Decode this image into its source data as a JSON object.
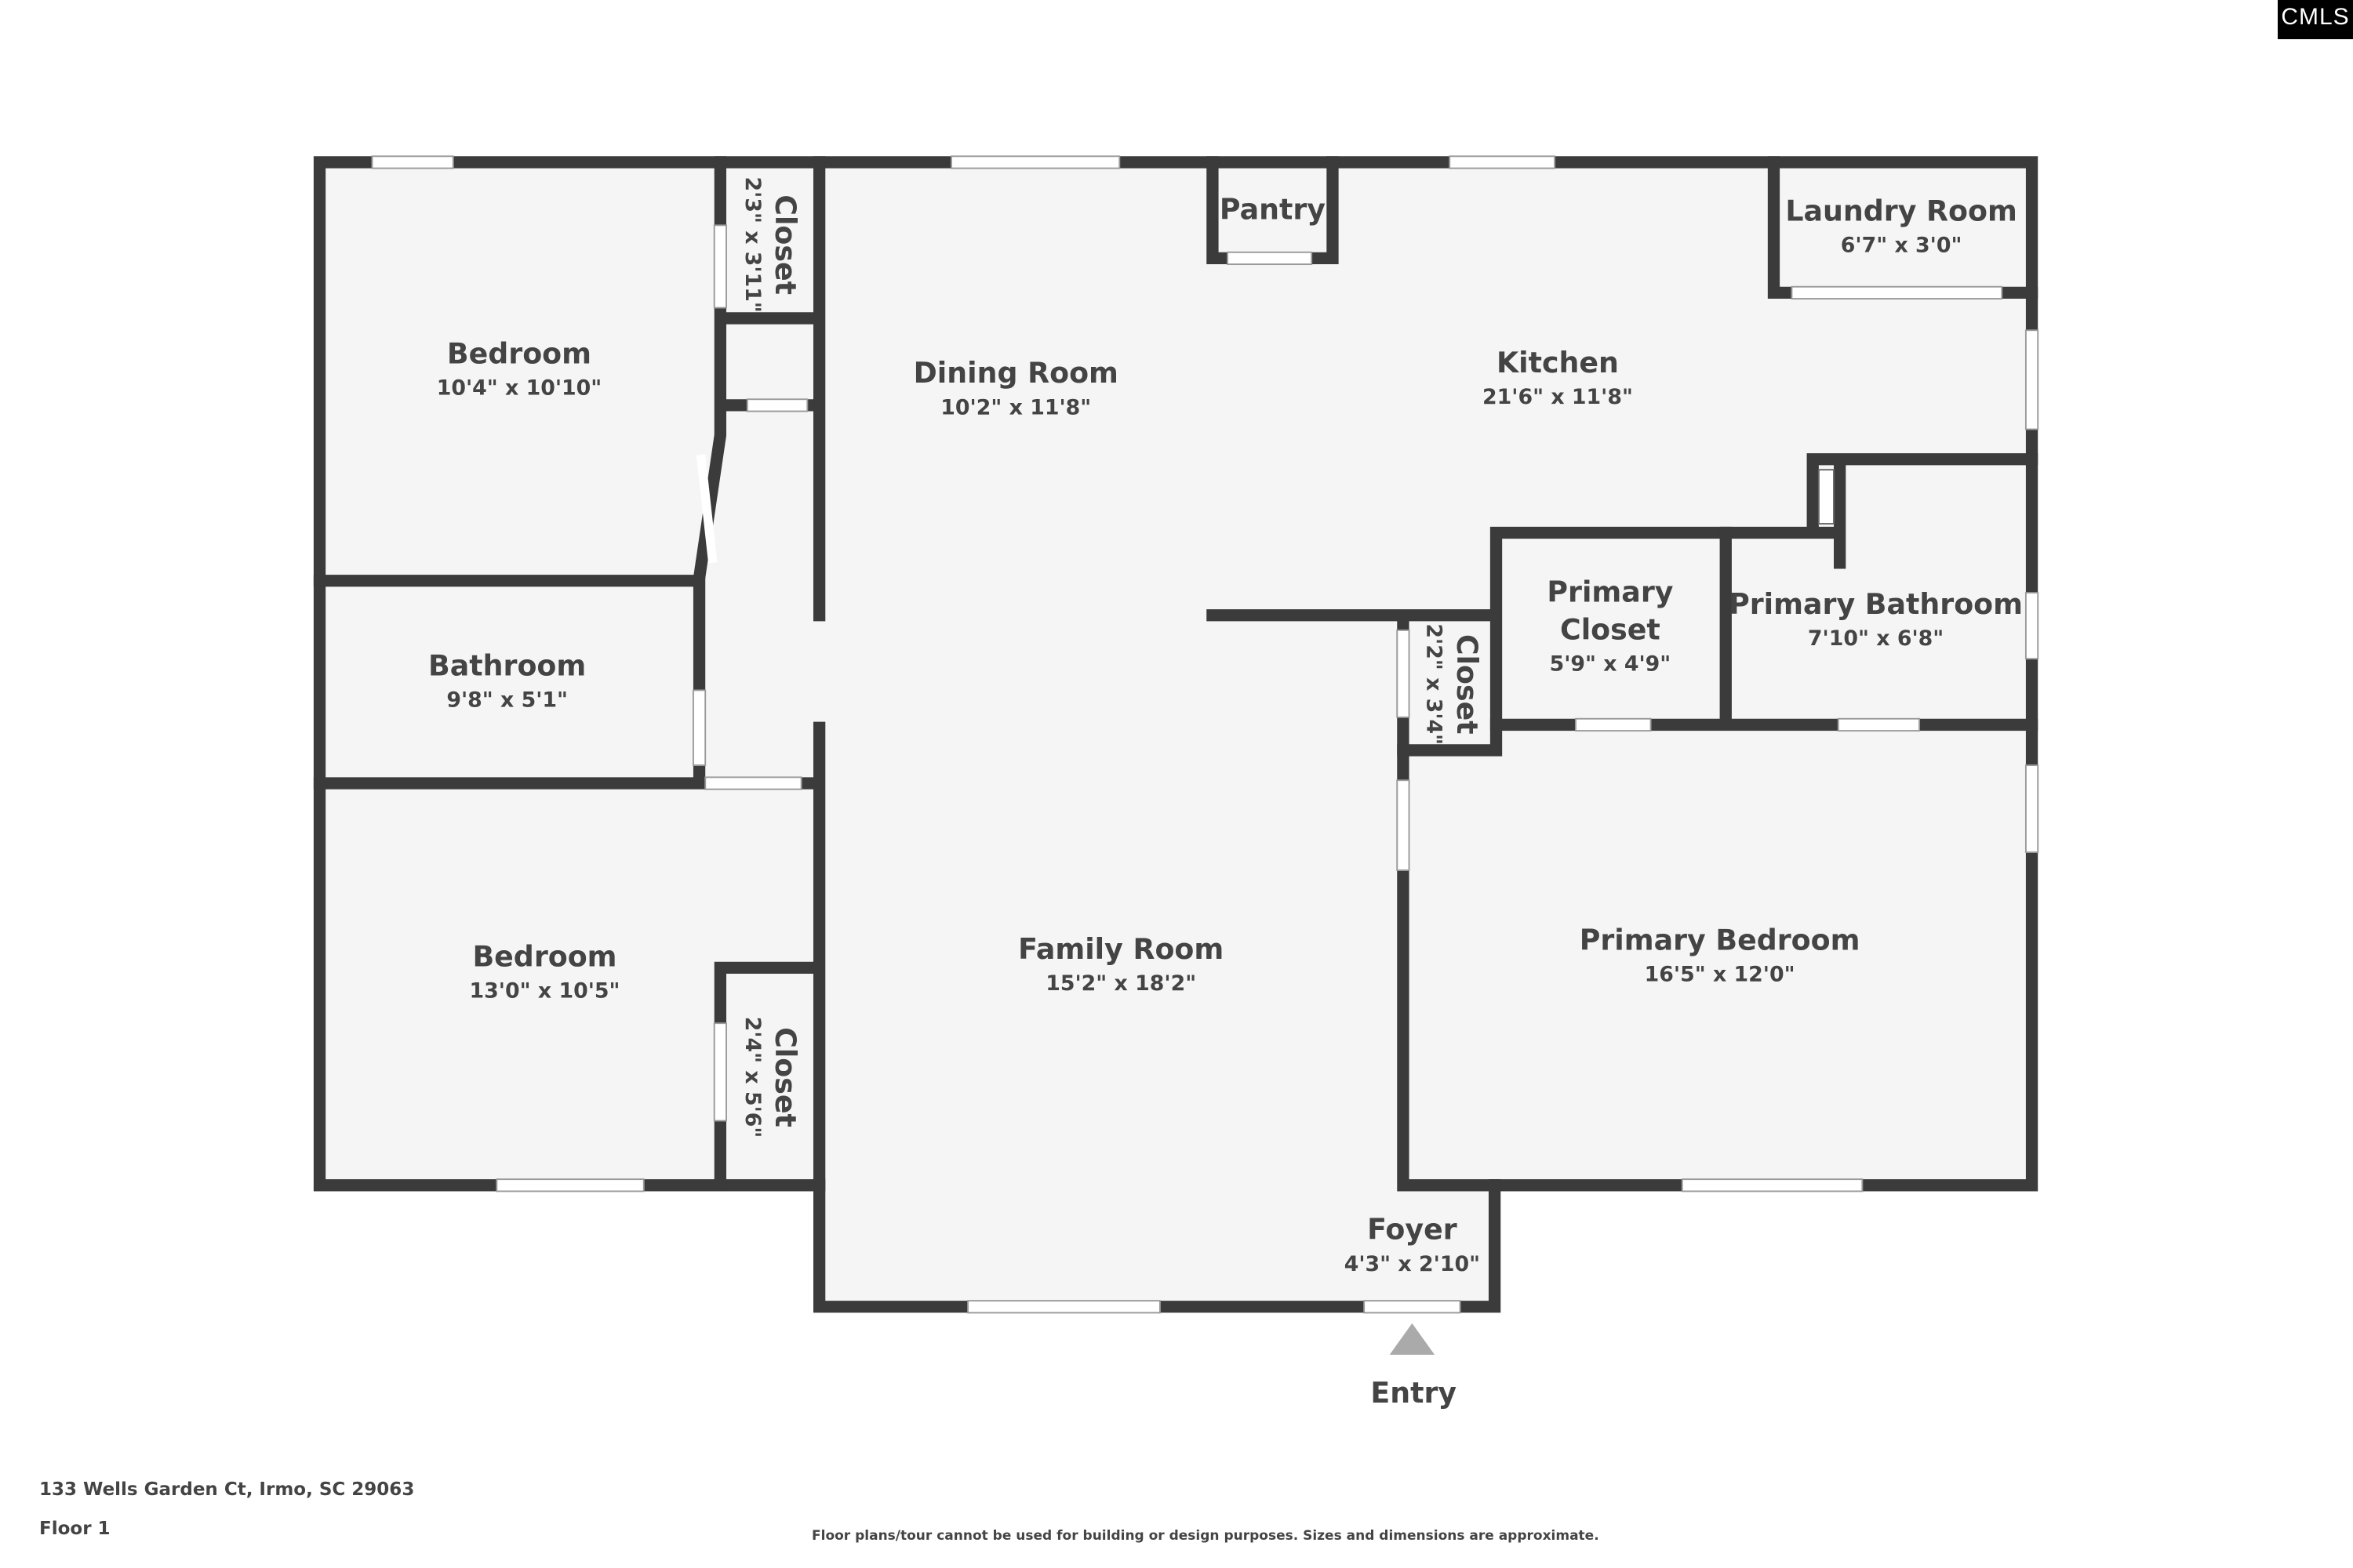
{
  "logo": {
    "text": "CMLS",
    "subtitle": "CONSOLIDATED MULTIPLE LISTING SERVICE"
  },
  "rooms": {
    "bedroom1": {
      "name": "Bedroom",
      "dim": "10'4\" x 10'10\""
    },
    "closet1": {
      "name": "Closet",
      "dim": "2'3\" x 3'11\""
    },
    "dining": {
      "name": "Dining Room",
      "dim": "10'2\" x 11'8\""
    },
    "pantry": {
      "name": "Pantry"
    },
    "kitchen": {
      "name": "Kitchen",
      "dim": "21'6\" x 11'8\""
    },
    "laundry": {
      "name": "Laundry Room",
      "dim": "6'7\" x 3'0\""
    },
    "bathroom": {
      "name": "Bathroom",
      "dim": "9'8\" x 5'1\""
    },
    "primary_closet": {
      "name1": "Primary",
      "name2": "Closet",
      "dim": "5'9\" x 4'9\""
    },
    "primary_bath": {
      "name": "Primary Bathroom",
      "dim": "7'10\" x 6'8\""
    },
    "closet2": {
      "name": "Closet",
      "dim": "2'2\" x 3'4\""
    },
    "bedroom2": {
      "name": "Bedroom",
      "dim": "13'0\" x 10'5\""
    },
    "closet3": {
      "name": "Closet",
      "dim": "2'4\" x 5'6\""
    },
    "family": {
      "name": "Family Room",
      "dim": "15'2\" x 18'2\""
    },
    "primary_bed": {
      "name": "Primary Bedroom",
      "dim": "16'5\" x 12'0\""
    },
    "foyer": {
      "name": "Foyer",
      "dim": "4'3\" x 2'10\""
    }
  },
  "entry": "Entry",
  "footer": {
    "address": "133 Wells Garden Ct, Irmo, SC 29063",
    "floor": "Floor 1",
    "disclaimer": "Floor plans/tour cannot be used for building or design purposes. Sizes and dimensions are approximate."
  }
}
